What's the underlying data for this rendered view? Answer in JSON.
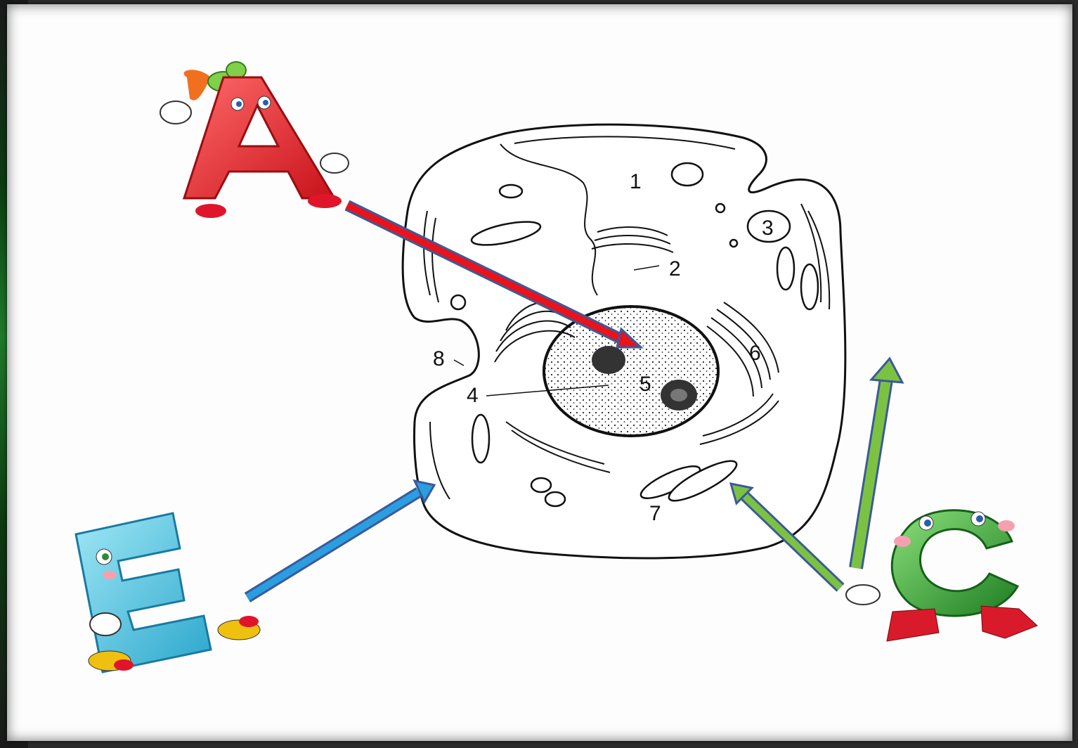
{
  "diagram": {
    "cell_labels": [
      "1",
      "2",
      "3",
      "4",
      "5",
      "6",
      "7",
      "8"
    ]
  },
  "characters": {
    "a": {
      "letter": "A",
      "color": "#e8262a",
      "arrow_color": "#e8131c"
    },
    "e": {
      "letter": "E",
      "color": "#41c4e0",
      "arrow_color": "#2a9ee0"
    },
    "c": {
      "letter": "C",
      "color": "#3fae3a",
      "arrow_color": "#7cc242"
    }
  },
  "colors": {
    "frame": "#fdfdfd",
    "ink": "#111111",
    "arrow_outline": "#3b5a9a"
  }
}
